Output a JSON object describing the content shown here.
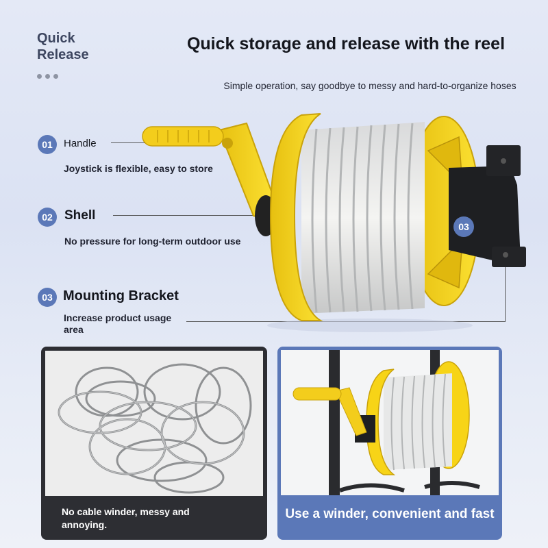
{
  "brand": {
    "line1": "Quick",
    "line2": "Release"
  },
  "headline": "Quick storage and release with the reel",
  "subheadline": "Simple operation, say goodbye to messy and hard-to-organize hoses",
  "features": [
    {
      "number": "01",
      "title": "Handle",
      "description": "Joystick is flexible, easy to store"
    },
    {
      "number": "02",
      "title": "Shell",
      "description": "No pressure for long-term outdoor use"
    },
    {
      "number": "03",
      "title": "Mounting Bracket",
      "description_line1": "Increase product usage",
      "description_line2": "area"
    }
  ],
  "product_badge": "03",
  "comparison": {
    "left_caption_line1": "No cable winder, messy and",
    "left_caption_line2": "annoying.",
    "right_caption": "Use a winder, convenient and fast"
  },
  "colors": {
    "accent_blue": "#5b78b8",
    "reel_yellow": "#f7d417",
    "dark_panel": "#2d2e33"
  }
}
